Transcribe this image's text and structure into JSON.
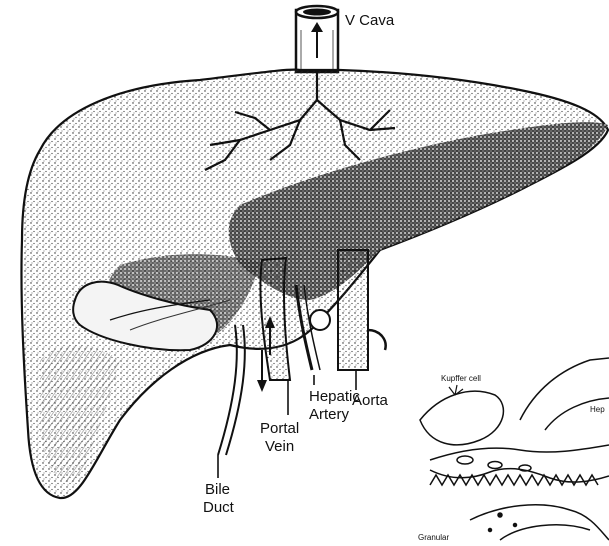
{
  "labels": {
    "v_cava": "V Cava",
    "aorta": "Aorta",
    "hepatic_line1": "Hepatic",
    "hepatic_line2": "Artery",
    "portal_line1": "Portal",
    "portal_line2": "Vein",
    "bile_line1": "Bile",
    "bile_line2": "Duct",
    "kupffer": "Kupffer cell",
    "hep": "Hep",
    "granular": "Granular"
  },
  "colors": {
    "ink": "#111111",
    "background": "#ffffff"
  }
}
